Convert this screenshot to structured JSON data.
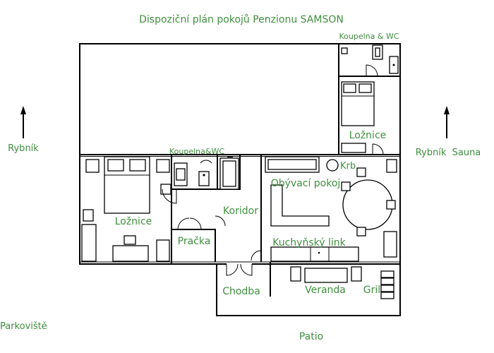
{
  "title": "Dispoziční plán pokojů Penzionu SAMSON",
  "label_color": "#3f8f3f",
  "compass": {
    "left_label": "Rybník",
    "right_label": "Rybník  Sauna"
  },
  "rooms": {
    "bathroom_top": "Koupelna & WC",
    "bedroom_top": "Ložnice",
    "bathroom_mid": "Koupelna&WC",
    "fireplace": "Krb",
    "living_room": "Obývací pokoj",
    "bedroom_left": "Ložnice",
    "corridor": "Koridor",
    "laundry": "Pračka",
    "kitchen": "Kuchyňský link",
    "hallway": "Chodba",
    "veranda": "Veranda",
    "grill": "Gril"
  },
  "outside": {
    "parking": "Parkoviště",
    "patio": "Patio"
  }
}
